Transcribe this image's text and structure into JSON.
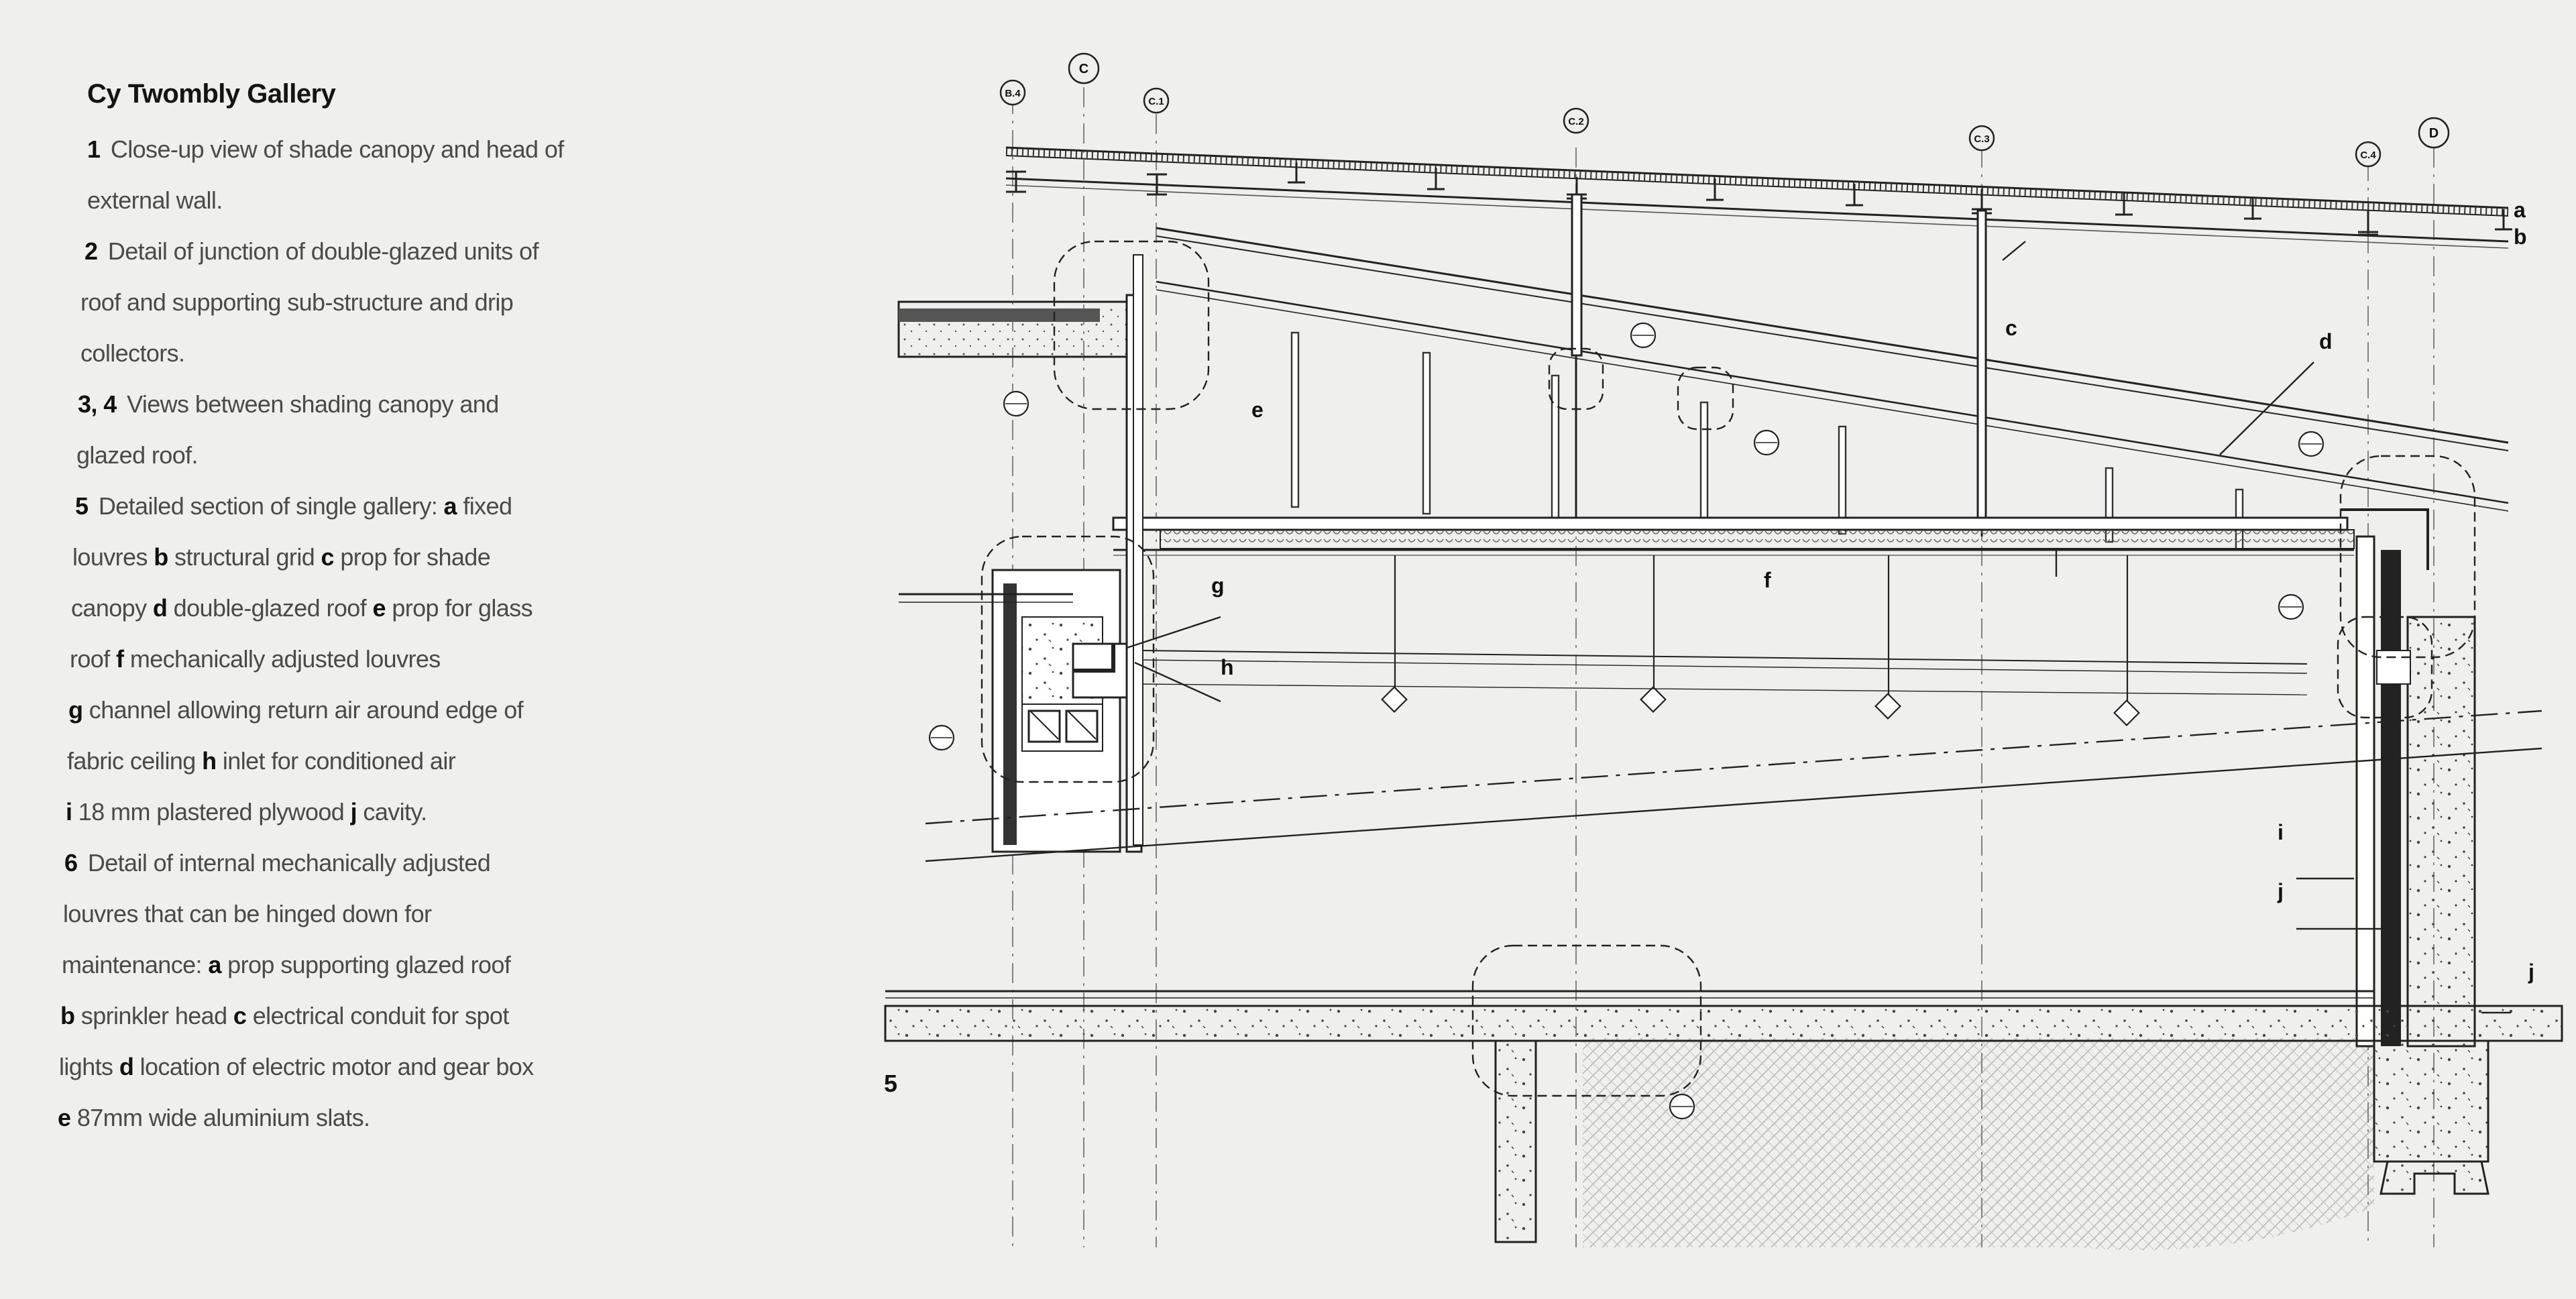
{
  "caption": {
    "title": "Cy Twombly Gallery",
    "lines": [
      {
        "num": "1",
        "segs": [
          {
            "t": "Close-up view of shade canopy and head of",
            "k": false
          }
        ]
      },
      {
        "num": "",
        "segs": [
          {
            "t": "external wall.",
            "k": false
          }
        ]
      },
      {
        "num": "2",
        "segs": [
          {
            "t": "Detail of junction of double-glazed units of",
            "k": false
          }
        ]
      },
      {
        "num": "",
        "segs": [
          {
            "t": "roof and supporting sub-structure and drip",
            "k": false
          }
        ]
      },
      {
        "num": "",
        "segs": [
          {
            "t": "collectors.",
            "k": false
          }
        ]
      },
      {
        "num": "3, 4",
        "segs": [
          {
            "t": "Views between shading canopy and",
            "k": false
          }
        ]
      },
      {
        "num": "",
        "segs": [
          {
            "t": "glazed roof.",
            "k": false
          }
        ]
      },
      {
        "num": "5",
        "segs": [
          {
            "t": "Detailed section of single gallery: ",
            "k": false
          },
          {
            "t": "a",
            "k": true
          },
          {
            "t": " fixed",
            "k": false
          }
        ]
      },
      {
        "num": "",
        "segs": [
          {
            "t": "louvres ",
            "k": false
          },
          {
            "t": "b",
            "k": true
          },
          {
            "t": " structural grid ",
            "k": false
          },
          {
            "t": "c",
            "k": true
          },
          {
            "t": " prop for shade",
            "k": false
          }
        ]
      },
      {
        "num": "",
        "segs": [
          {
            "t": "canopy ",
            "k": false
          },
          {
            "t": "d",
            "k": true
          },
          {
            "t": " double-glazed roof ",
            "k": false
          },
          {
            "t": "e",
            "k": true
          },
          {
            "t": " prop for glass",
            "k": false
          }
        ]
      },
      {
        "num": "",
        "segs": [
          {
            "t": "roof ",
            "k": false
          },
          {
            "t": "f",
            "k": true
          },
          {
            "t": " mechanically adjusted louvres",
            "k": false
          }
        ]
      },
      {
        "num": "",
        "segs": [
          {
            "t": "g",
            "k": true
          },
          {
            "t": " channel allowing return air around edge of",
            "k": false
          }
        ]
      },
      {
        "num": "",
        "segs": [
          {
            "t": "fabric ceiling ",
            "k": false
          },
          {
            "t": "h",
            "k": true
          },
          {
            "t": " inlet for conditioned air",
            "k": false
          }
        ]
      },
      {
        "num": "",
        "segs": [
          {
            "t": "i",
            "k": true
          },
          {
            "t": " 18 mm plastered plywood ",
            "k": false
          },
          {
            "t": "j",
            "k": true
          },
          {
            "t": " cavity.",
            "k": false
          }
        ]
      },
      {
        "num": "6",
        "segs": [
          {
            "t": "Detail of internal mechanically adjusted",
            "k": false
          }
        ]
      },
      {
        "num": "",
        "segs": [
          {
            "t": "louvres that can be hinged down for",
            "k": false
          }
        ]
      },
      {
        "num": "",
        "segs": [
          {
            "t": "maintenance: ",
            "k": false
          },
          {
            "t": "a",
            "k": true
          },
          {
            "t": " prop supporting glazed roof",
            "k": false
          }
        ]
      },
      {
        "num": "",
        "segs": [
          {
            "t": "b",
            "k": true
          },
          {
            "t": " sprinkler head ",
            "k": false
          },
          {
            "t": "c",
            "k": true
          },
          {
            "t": " electrical conduit for spot",
            "k": false
          }
        ]
      },
      {
        "num": "",
        "segs": [
          {
            "t": "lights ",
            "k": false
          },
          {
            "t": "d",
            "k": true
          },
          {
            "t": " location of electric motor and gear box",
            "k": false
          }
        ]
      },
      {
        "num": "",
        "segs": [
          {
            "t": "e",
            "k": true
          },
          {
            "t": " 87mm wide aluminium slats.",
            "k": false
          }
        ]
      }
    ]
  },
  "drawing": {
    "figure_number": "5",
    "grid_labels": {
      "b4": "B.4",
      "c": "C",
      "c1": "C.1",
      "c2": "C.2",
      "c3": "C.3",
      "c4": "C.4",
      "d": "D"
    },
    "part_labels": {
      "a": "a",
      "b": "b",
      "c": "c",
      "d": "d",
      "e": "e",
      "f": "f",
      "g": "g",
      "h": "h",
      "i": "i",
      "j": "j",
      "j2": "j"
    }
  }
}
